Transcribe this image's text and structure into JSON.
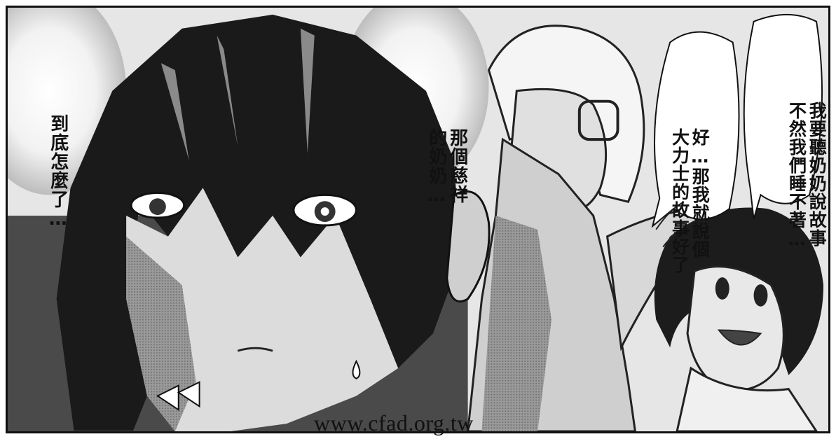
{
  "speech": {
    "left_thought": [
      "到底怎麼了…"
    ],
    "center_thought": [
      "那個慈祥",
      "的奶奶…"
    ],
    "grandma": [
      "好…那我就說個",
      "大力士的故事好了"
    ],
    "girl": [
      "我要聽奶奶說故事",
      "不然我們睡不著…"
    ]
  },
  "watermark": "www.cfad.org.tw"
}
